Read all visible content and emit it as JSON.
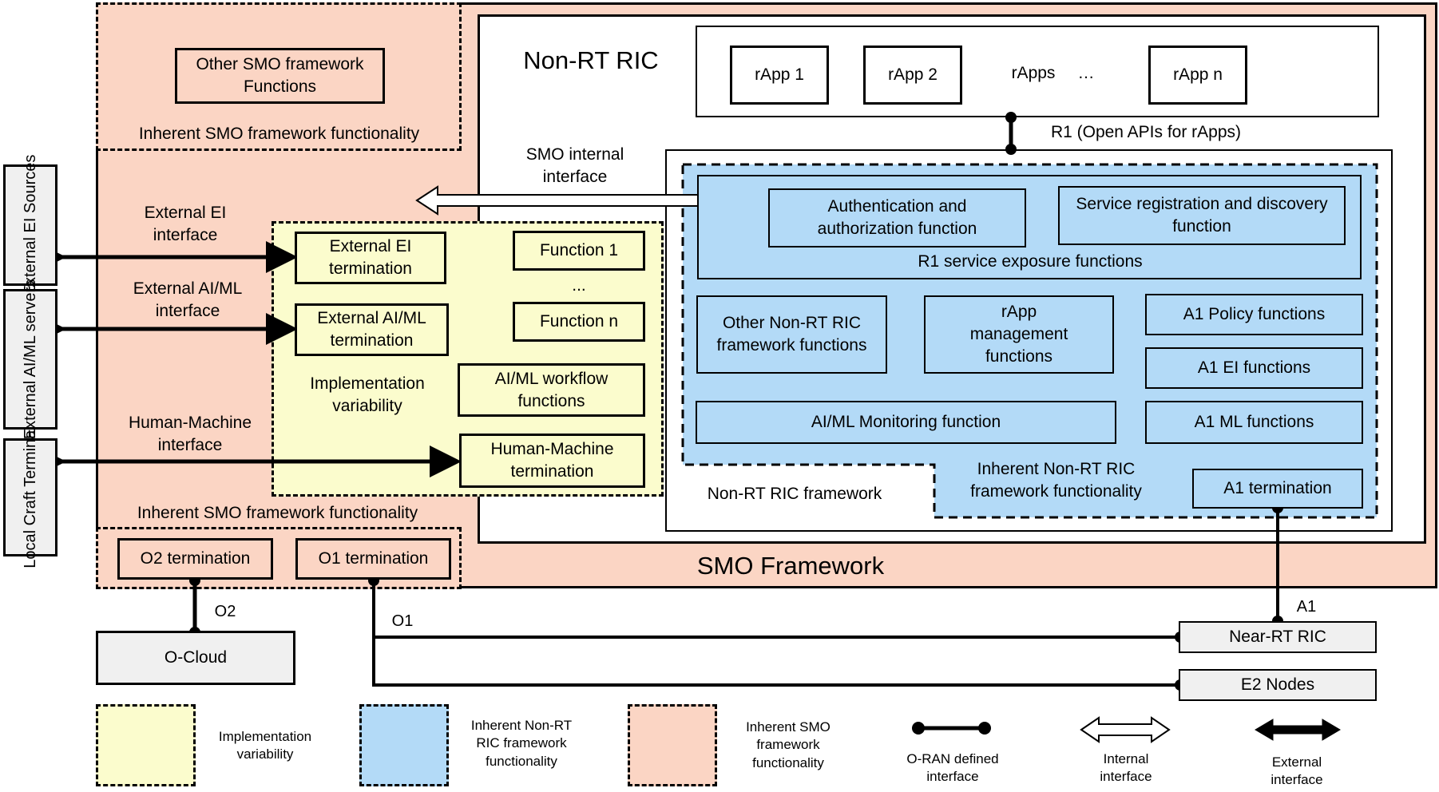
{
  "colors": {
    "smo_fill": "#fbd5c4",
    "nonrt_fill": "#b3daf7",
    "impl_fill": "#fbfccd",
    "external_fill": "#f0f0f0",
    "line": "#000000"
  },
  "smo": {
    "title": "SMO Framework",
    "other_functions": "Other SMO framework Functions",
    "inherent_top": "Inherent SMO framework functionality",
    "inherent_bottom": "Inherent SMO framework functionality",
    "o2_termination": "O2 termination",
    "o1_termination": "O1 termination"
  },
  "nonrt": {
    "title": "Non-RT RIC",
    "rapps": [
      "rApp 1",
      "rApp 2",
      "rApp n"
    ],
    "rapps_label": "rApps",
    "rapps_ellipsis": "…",
    "r1_label": "R1 (Open APIs for rApps)",
    "smo_internal_interface": "SMO internal interface",
    "auth_function": "Authentication and authorization function",
    "service_registration": "Service registration and discovery function",
    "r1_exposure": "R1 service exposure functions",
    "other_functions": "Other Non-RT RIC framework functions",
    "rapp_management": "rApp management functions",
    "a1_policy": "A1 Policy functions",
    "a1_ei": "A1 EI functions",
    "a1_ml": "A1 ML functions",
    "aiml_monitoring": "AI/ML Monitoring function",
    "framework_label": "Non-RT RIC framework",
    "inherent_label": "Inherent Non-RT RIC framework functionality",
    "a1_termination": "A1 termination"
  },
  "impl": {
    "ext_ei_termination": "External EI termination",
    "ext_aiml_termination": "External AI/ML termination",
    "function_1": "Function 1",
    "ellipsis": "...",
    "function_n": "Function n",
    "label": "Implementation variability",
    "aiml_workflow": "AI/ML workflow functions",
    "hm_termination": "Human-Machine termination"
  },
  "external": {
    "ei_sources": "External EI Sources",
    "aiml_servers": "External AI/ML servers",
    "local_craft": "Local Craft Terminal",
    "ei_interface": "External EI interface",
    "aiml_interface": "External AI/ML interface",
    "hm_interface": "Human-Machine interface",
    "o_cloud": "O-Cloud",
    "near_rt_ric": "Near-RT RIC",
    "e2_nodes": "E2 Nodes",
    "o2_label": "O2",
    "o1_label": "O1",
    "a1_label": "A1"
  },
  "legend": {
    "impl": "Implementation variability",
    "nonrt": "Inherent Non-RT RIC framework functionality",
    "smo": "Inherent SMO framework functionality",
    "oran": "O-RAN defined interface",
    "internal": "Internal interface",
    "external": "External interface"
  }
}
